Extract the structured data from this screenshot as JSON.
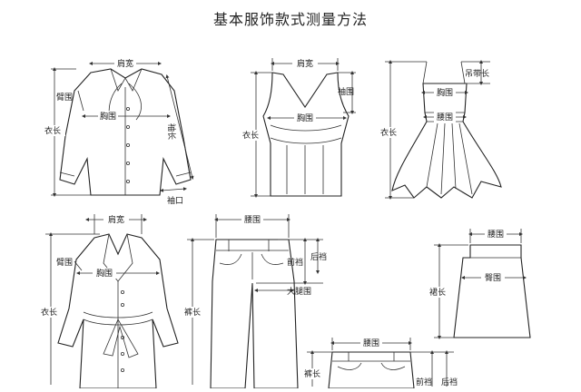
{
  "title": "基本服饰款式测量方法",
  "shirt": {
    "shoulder": "肩宽",
    "armhole": "臂围",
    "chest": "胸围",
    "length": "衣长",
    "sleeve": "袖长",
    "cuff": "袖口"
  },
  "tank": {
    "shoulder": "肩宽",
    "armhole": "袖围",
    "chest": "胸围",
    "length": "衣长"
  },
  "dress": {
    "strap": "吊带长",
    "chest": "胸围",
    "waist": "腰围",
    "length": "衣长"
  },
  "coat": {
    "shoulder": "肩宽",
    "armhole": "臂围",
    "chest": "胸围",
    "length": "衣长"
  },
  "pants": {
    "waist": "腰围",
    "front_rise": "前裆",
    "back_rise": "后裆",
    "thigh": "大腿围",
    "length": "裤长"
  },
  "skirt": {
    "waist": "腰围",
    "length": "裙长",
    "hip": "臀围"
  },
  "shorts": {
    "waist": "腰围",
    "length": "裤长",
    "front_rise": "前裆",
    "back_rise": "后裆"
  }
}
